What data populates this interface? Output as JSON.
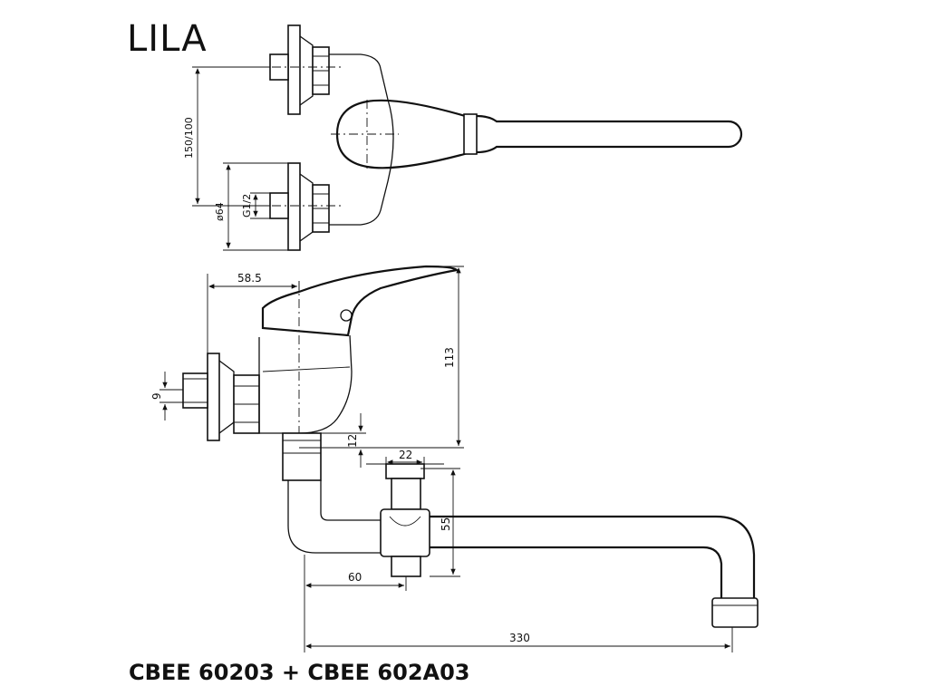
{
  "title": "LILA",
  "caption": "CBEE 60203 + CBEE 602A03",
  "dimensions": {
    "inlet_spacing": "150/100",
    "flange_diameter": "ø64",
    "thread": "G1/2",
    "body_depth": "58.5",
    "height": "113",
    "inlet_offset": "9",
    "outlet_offset": "12",
    "diverter_width": "22",
    "spout_drop": "55",
    "diverter_position": "60",
    "spout_length": "330"
  }
}
